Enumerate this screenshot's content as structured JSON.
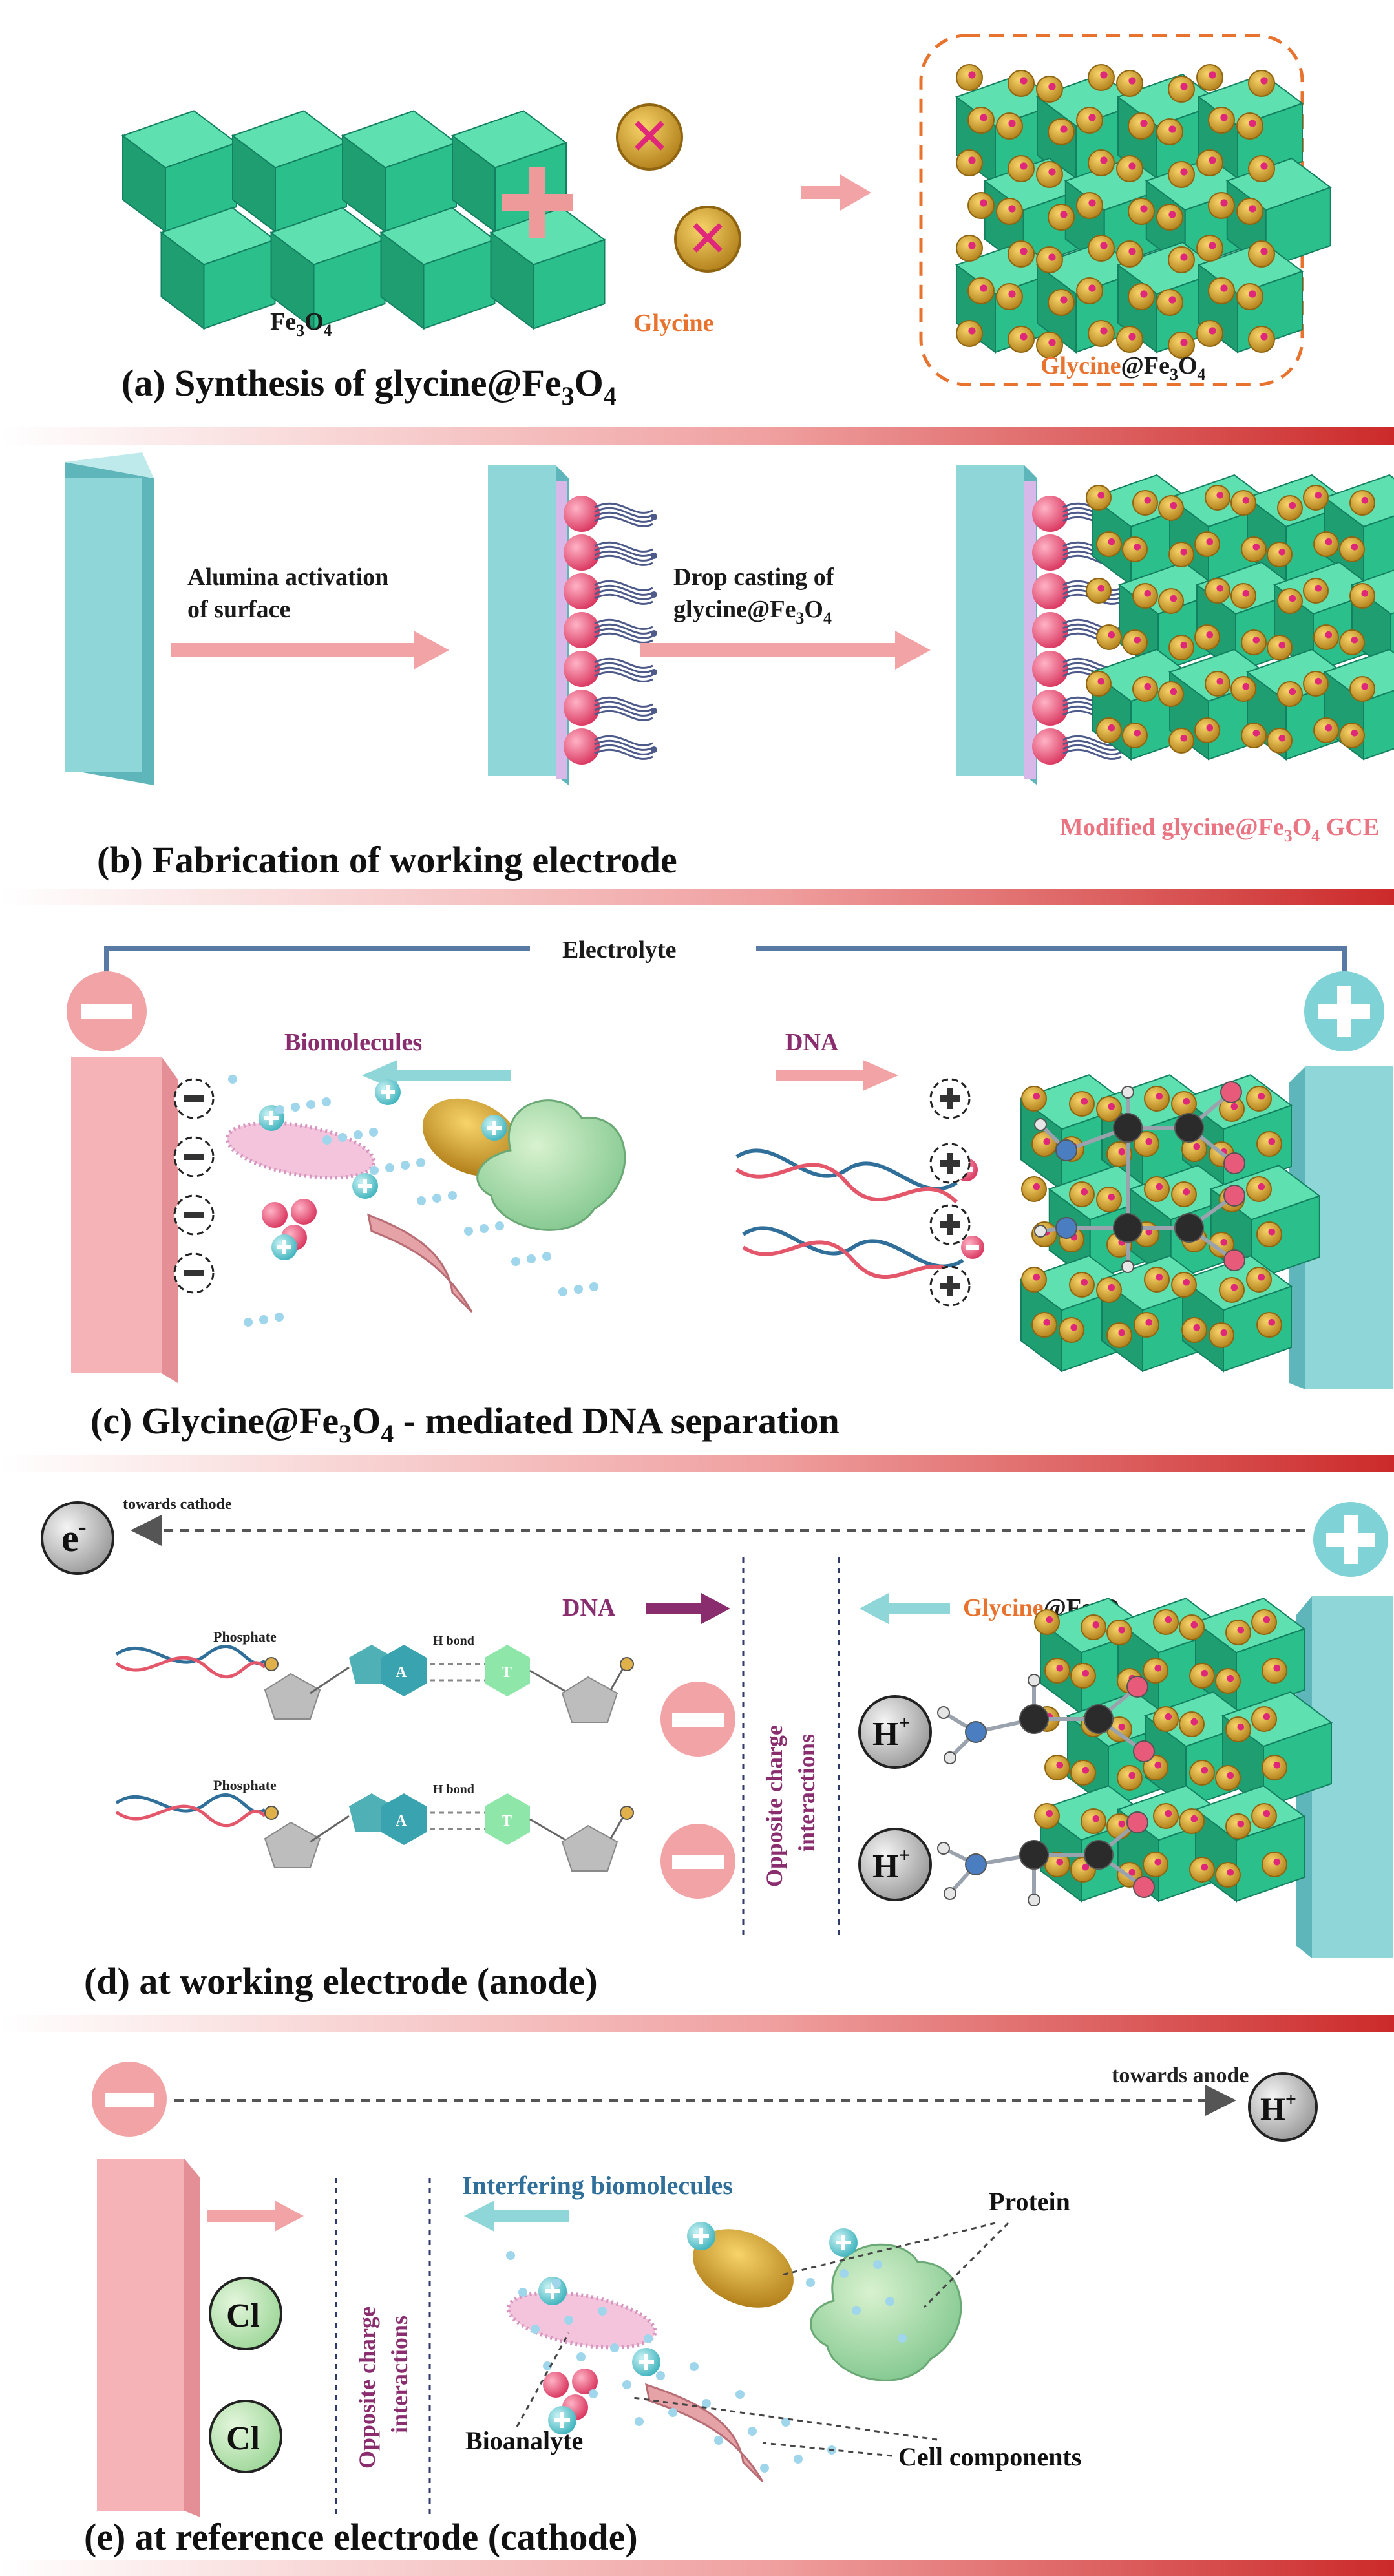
{
  "panels": {
    "a": {
      "caption_pre": "(a) Synthesis of glycine@Fe",
      "caption_sub3": "3",
      "caption_mid": "O",
      "caption_sub4": "4",
      "fe3o4": "Fe",
      "fe3o4_sub3": "3",
      "fe3o4_o": "O",
      "fe3o4_sub4": "4",
      "glycine": "Glycine",
      "product_glycine": "Glycine",
      "product_rest": "@Fe",
      "product_sub3": "3",
      "product_o": "O",
      "product_sub4": "4"
    },
    "b": {
      "caption": "(b) Fabrication of working electrode",
      "step1_line1": "Alumina activation",
      "step1_line2": "of surface",
      "step2_line1": "Drop casting of",
      "step2_line2": "glycine@Fe",
      "step2_sub3": "3",
      "step2_o": "O",
      "step2_sub4": "4",
      "product_pre": "Modified glycine@Fe",
      "product_sub3": "3",
      "product_o": "O",
      "product_sub4": "4",
      "product_post": " GCE"
    },
    "c": {
      "caption_pre": "(c) Glycine@Fe",
      "caption_sub3": "3",
      "caption_o": "O",
      "caption_sub4": "4",
      "caption_post": " - mediated DNA separation",
      "electrolyte": "Electrolyte",
      "biomolecules": "Biomolecules",
      "dna": "DNA"
    },
    "d": {
      "caption": "(d) at working electrode (anode)",
      "towards": "towards cathode",
      "electron": "e",
      "electron_sup": "-",
      "phosphate": "Phosphate",
      "hbond": "H bond",
      "base_a": "A",
      "base_t": "T",
      "dna": "DNA",
      "glycine": "Glycine",
      "glycine_rest": "@Fe",
      "glycine_sub3": "3",
      "glycine_o": "O",
      "glycine_sub4": "4",
      "interactions_line1": "Opposite charge",
      "interactions_line2": "interactions",
      "proton": "H",
      "proton_sup": "+"
    },
    "e": {
      "caption": "(e) at reference electrode (cathode)",
      "towards": "towards anode",
      "proton": "H",
      "proton_sup": "+",
      "interfering": "Interfering biomolecules",
      "chloride": "Cl",
      "interactions_line1": "Opposite charge",
      "interactions_line2": "interactions",
      "protein": "Protein",
      "bioanalyte": "Bioanalyte",
      "cell_components": "Cell components"
    }
  },
  "colors": {
    "crystal_green": "#2bbf8c",
    "glycine_gold": "#d9a52c",
    "arrow_pink": "#f2a3a6",
    "electrode_cyan": "#8fd6d8",
    "electrode_pink": "#f5b3b7",
    "divider_red": "#d23a3a"
  }
}
